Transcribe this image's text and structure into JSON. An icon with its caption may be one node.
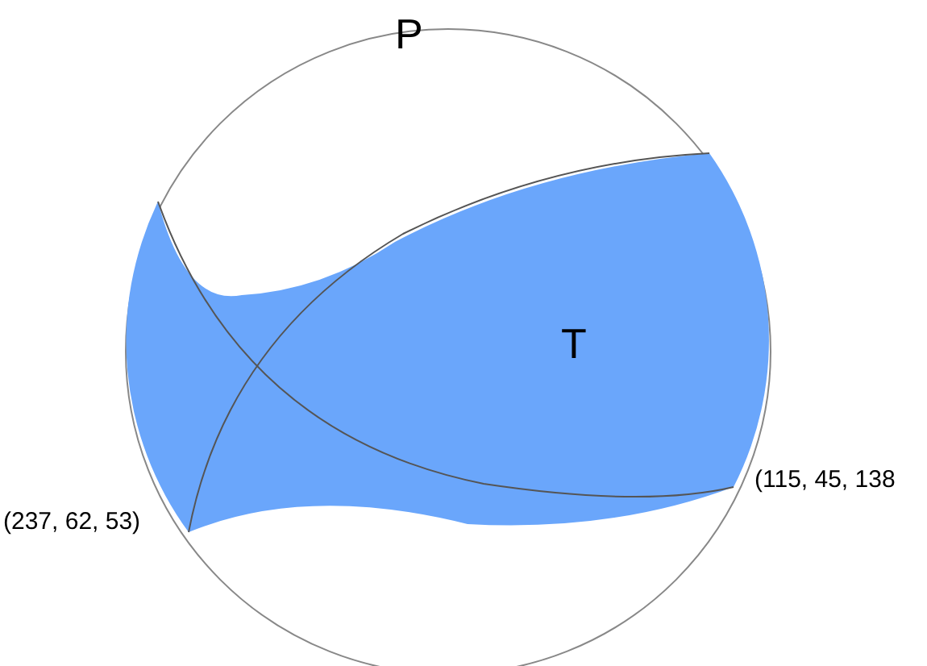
{
  "diagram": {
    "labels": [
      "P",
      "T",
      "(237, 62, 53)",
      "(115, 45, 138"
    ]
  }
}
